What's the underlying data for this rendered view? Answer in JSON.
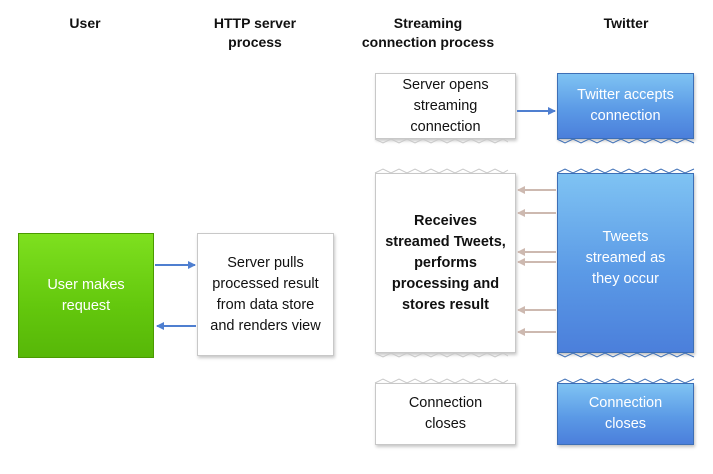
{
  "headers": {
    "user": "User",
    "http_server": "HTTP server process",
    "streaming": "Streaming connection process",
    "twitter": "Twitter"
  },
  "boxes": {
    "user_request": "User makes request",
    "server_pulls": "Server pulls processed result from data store and renders view",
    "server_opens": "Server opens streaming connection",
    "twitter_accepts": "Twitter accepts connection",
    "receives_tweets": "Receives streamed Tweets, performs processing and stores result",
    "tweets_streamed": "Tweets streamed as they occur",
    "conn_closes_left": "Connection closes",
    "conn_closes_right": "Connection closes"
  },
  "colors": {
    "user_box": "#63c70d",
    "twitter_box": "#5b9ae6",
    "request_arrow": "#4f7fd0",
    "stream_arrow": "#cdb9b0"
  }
}
